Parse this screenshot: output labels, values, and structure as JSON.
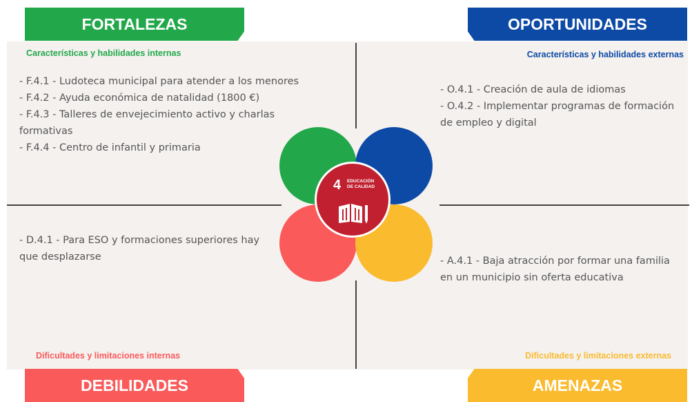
{
  "fortalezas": {
    "title": "FORTALEZAS",
    "subtitle": "Características y habilidades internas",
    "items": [
      "- F.4.1 - Ludoteca municipal para atender a los menores",
      "- F.4.2 - Ayuda económica de natalidad (1800 €)",
      "- F.4.3 - Talleres de envejecimiento activo y charlas formativas",
      "- F.4.4 - Centro de infantil y primaria"
    ],
    "color": "#22a84a"
  },
  "oportunidades": {
    "title": "OPORTUNIDADES",
    "subtitle": "Características y habilidades externas",
    "items": [
      "- O.4.1 - Creación de aula de idiomas",
      "- O.4.2 - Implementar programas de formación de empleo y digital"
    ],
    "color": "#0d4aa6"
  },
  "debilidades": {
    "title": "DEBILIDADES",
    "subtitle": "Dificultades y limitaciones internas",
    "items": [
      "- D.4.1 - Para ESO y formaciones superiores hay que desplazarse"
    ],
    "color": "#fa5a5a"
  },
  "amenazas": {
    "title": "AMENAZAS",
    "subtitle": "Dificultades y limitaciones externas",
    "items": [
      "- A.4.1 - Baja atracción por formar una familia en un municipio sin oferta educativa"
    ],
    "color": "#fbbb2e"
  },
  "sdg": {
    "number": "4",
    "label_line1": "EDUCACIÓN",
    "label_line2": "DE CALIDAD",
    "icon": "book-pencil-icon",
    "color": "#c0202f"
  }
}
